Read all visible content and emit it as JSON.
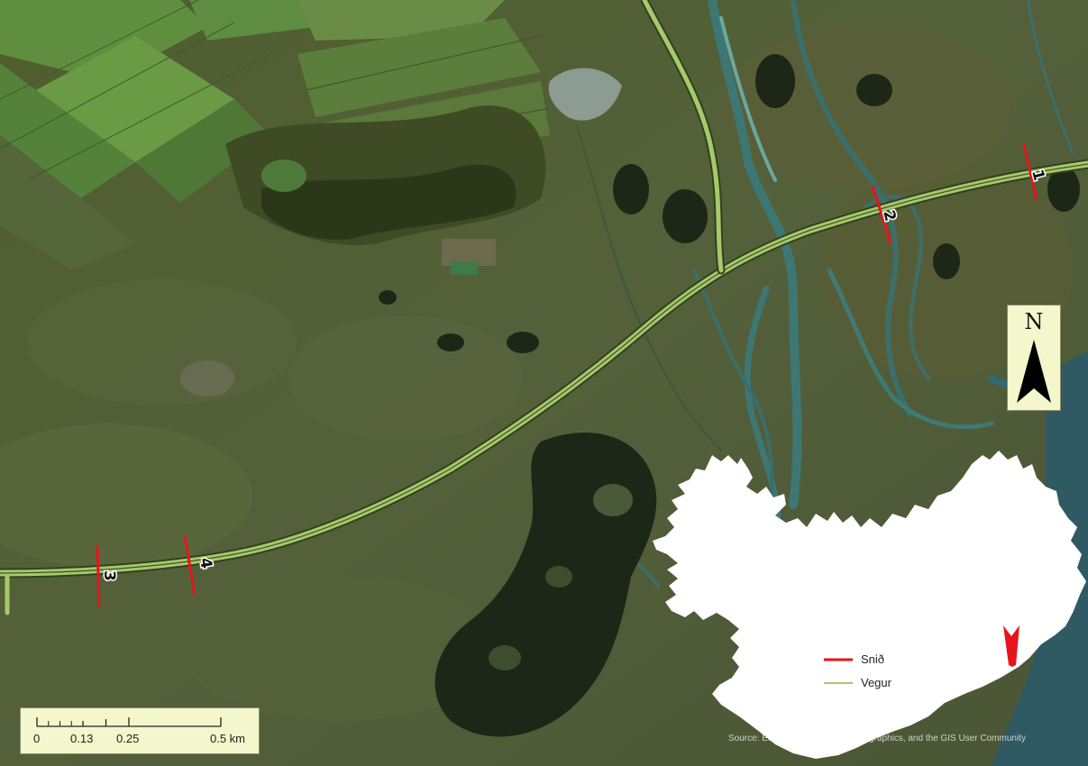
{
  "map": {
    "basemap": "satellite-imagery",
    "colors": {
      "vegetation": "#4e5a2f",
      "fields": "#5b8a3c",
      "river": "#3e7a78",
      "wetland": "#1f2a18",
      "road": "#a8c86a",
      "section_line": "#e8141c",
      "inset_land": "#ffffff",
      "panel_bg": "#f4f7cc"
    },
    "sections": [
      {
        "id": "1",
        "label": "1"
      },
      {
        "id": "2",
        "label": "2"
      },
      {
        "id": "3",
        "label": "3"
      },
      {
        "id": "4",
        "label": "4"
      }
    ],
    "north_arrow": {
      "letter": "N",
      "icon": "north-arrow-icon"
    },
    "scale_bar": {
      "ticks": [
        "0",
        "0.13",
        "0.25",
        "0.5 km"
      ]
    },
    "inset": {
      "description_icon": "iceland-outline",
      "locator_icon": "red-arrow-marker-icon",
      "legend": [
        {
          "name": "Snið",
          "color": "#e8141c"
        },
        {
          "name": "Vegur",
          "color": "#a8c86a"
        }
      ]
    },
    "attribution": "Source: Esri, Vantor, Earthstar Geographics, and the GIS User Community"
  }
}
